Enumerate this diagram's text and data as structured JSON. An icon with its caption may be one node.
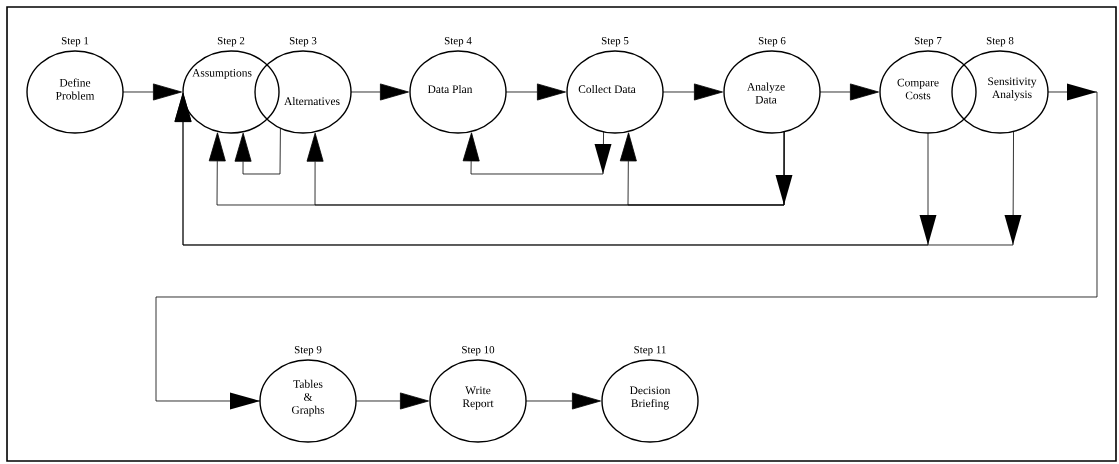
{
  "diagram": {
    "nodes": [
      {
        "text": [
          "Step 1",
          "Define Problem"
        ]
      },
      {
        "text": [
          "Step 2",
          "Assumptions"
        ]
      },
      {
        "text": [
          "Step 3",
          "Alternatives"
        ]
      },
      {
        "text": [
          "Step 4",
          "Data Plan"
        ]
      },
      {
        "text": [
          "Step 5",
          "Collect Data"
        ]
      },
      {
        "text": [
          "Step 6",
          "Analyze Data"
        ]
      },
      {
        "text": [
          "Step 7",
          "Compare Costs"
        ]
      },
      {
        "text": [
          "Step 8",
          "Sensitivity Analysis"
        ]
      },
      {
        "text": [
          "Step 9",
          "Tables & Graphs"
        ]
      },
      {
        "text": [
          "Step 10",
          "Write Report"
        ]
      },
      {
        "text": [
          "Step 11",
          "Decision Briefing"
        ]
      }
    ],
    "edges": [
      {
        "from": 0,
        "to": 1,
        "arrow": "to"
      },
      {
        "from": 2,
        "to": 3,
        "arrow": "to"
      },
      {
        "from": 3,
        "to": 4,
        "arrow": "to"
      },
      {
        "from": 4,
        "to": 5,
        "arrow": "to"
      },
      {
        "from": 5,
        "to": 6,
        "arrow": "to"
      },
      {
        "from": 7,
        "to": 8,
        "arrow": "to"
      },
      {
        "from": 8,
        "to": 9,
        "arrow": "to"
      },
      {
        "from": 9,
        "to": 10,
        "arrow": "to"
      },
      {
        "from": 2,
        "to": 1,
        "arrow": "to"
      },
      {
        "from": 4,
        "to": 3,
        "arrow": "to"
      },
      {
        "from": 5,
        "to": 1,
        "arrow": "to"
      },
      {
        "from": 5,
        "to": 2,
        "arrow": "to"
      },
      {
        "from": 5,
        "to": 4,
        "arrow": "to"
      },
      {
        "from": 6,
        "to": 1,
        "arrow": "to"
      },
      {
        "from": 7,
        "to": 1,
        "arrow": "to"
      }
    ]
  }
}
